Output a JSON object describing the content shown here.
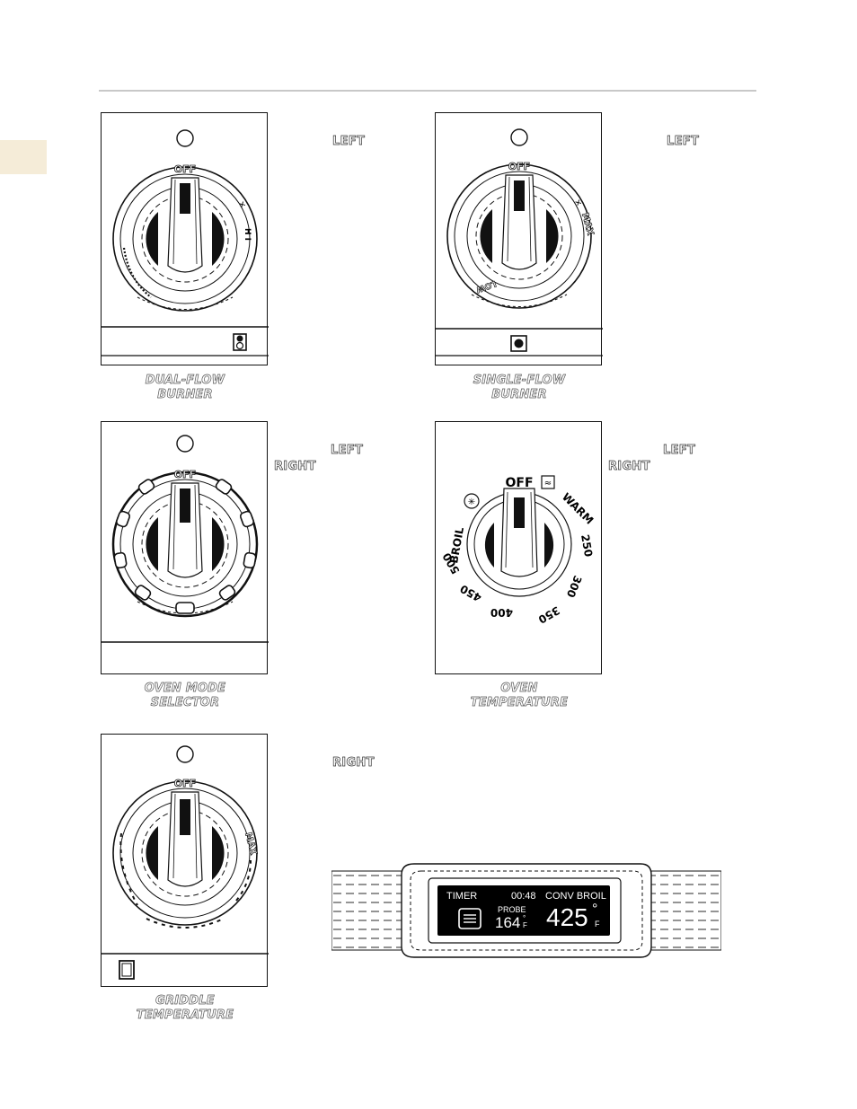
{
  "knobs": {
    "dual_flow": {
      "caption_line1": "DUAL-FLOW",
      "caption_line2": "BURNER",
      "direction1": "LEFT",
      "ring_label": "OFF"
    },
    "single_flow": {
      "caption_line1": "SINGLE-FLOW",
      "caption_line2": "BURNER",
      "direction1": "LEFT",
      "ring_label": "OFF",
      "max_label": "MAX",
      "low_label": "LOW"
    },
    "oven_mode": {
      "caption_line1": "OVEN MODE",
      "caption_line2": "SELECTOR",
      "direction1": "LEFT",
      "direction2": "RIGHT",
      "ring_label": "OFF"
    },
    "oven_temp": {
      "caption_line1": "OVEN",
      "caption_line2": "TEMPERATURE",
      "direction1": "LEFT",
      "direction2": "RIGHT",
      "ring_label": "OFF",
      "warm": "WARM",
      "broil": "BROIL",
      "t250": "250",
      "t300": "300",
      "t350": "350",
      "t400": "400",
      "t450": "450",
      "t500": "500"
    },
    "griddle": {
      "caption_line1": "GRIDDLE",
      "caption_line2": "TEMPERATURE",
      "direction1": "RIGHT",
      "ring_label": "OFF",
      "max_label": "MAX"
    }
  },
  "display": {
    "timer_label": "TIMER",
    "timer_value": "00:48",
    "mode": "CONV BROIL",
    "probe_label": "PROBE",
    "probe_value": "164",
    "probe_unit": "F",
    "oven_value": "425",
    "oven_unit": "F"
  },
  "colors": {
    "accent_tab": "#f5ecd8",
    "rule": "#c8c8c8",
    "ink": "#111111"
  }
}
